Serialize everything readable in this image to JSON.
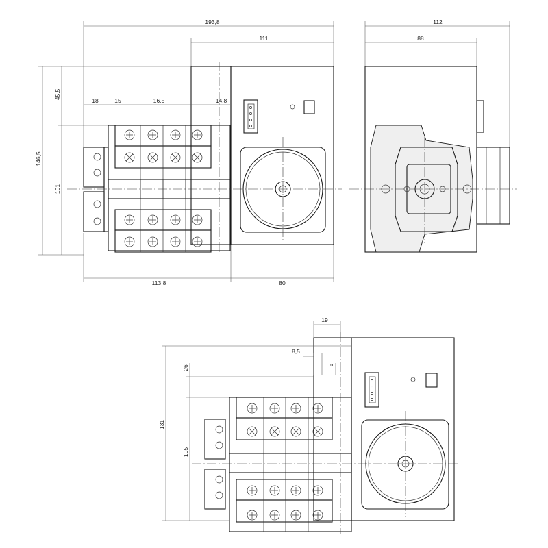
{
  "dimensions": {
    "front_view": {
      "overall_width": "193,8",
      "switch_width": "111",
      "height_total": "146,5",
      "top_offset": "45,5",
      "mount_height": "101",
      "pitch_a": "18",
      "pitch_b": "15",
      "pitch_c": "16,5",
      "pitch_d": "14,8",
      "left_width": "113,8",
      "right_width": "80"
    },
    "side_view": {
      "depth_total": "112",
      "depth_body": "88"
    },
    "bottom_view": {
      "offset_top": "19",
      "offset_a": "8,5",
      "offset_b": "5",
      "height_26": "26",
      "height_131": "131",
      "height_105": "105"
    }
  },
  "icons": [
    "connector-icon",
    "terminal-screw-icon",
    "handle-dial-icon",
    "indicator-window-icon"
  ]
}
